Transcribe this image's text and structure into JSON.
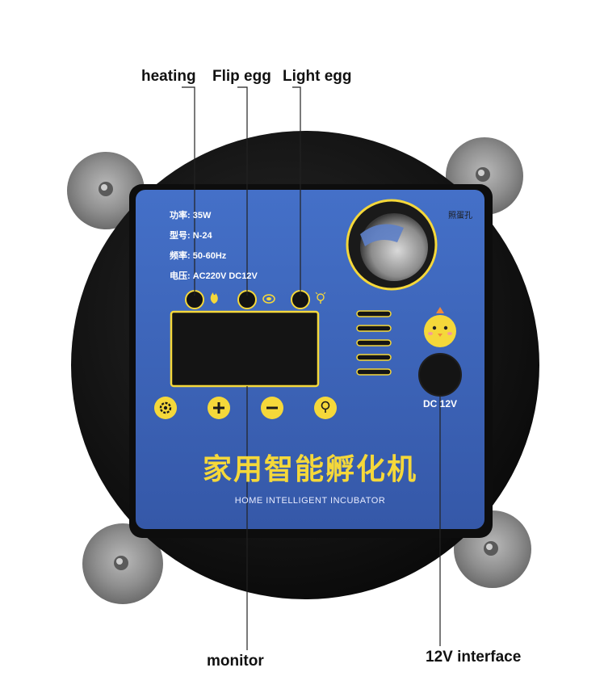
{
  "callouts": {
    "heating": "heating",
    "flip_egg": "Flip egg",
    "light_egg": "Light egg",
    "monitor": "monitor",
    "interface_12v": "12V interface"
  },
  "panel": {
    "specs": [
      "功率: 35W",
      "型号: N-24",
      "频率: 50-60Hz",
      "电压: AC220V   DC12V"
    ],
    "peephole_label": "照蛋孔",
    "dc_label": "DC 12V",
    "title_cn": "家用智能孵化机",
    "title_en": "HOME INTELLIGENT INCUBATOR",
    "buttons": [
      "gear-icon",
      "plus-icon",
      "minus-icon",
      "bulb-icon"
    ],
    "indicators": [
      "flame-icon",
      "egg-icon",
      "bulb-icon"
    ]
  },
  "colors": {
    "panel_blue": "#3a62b8",
    "accent_yellow": "#f5d83a",
    "body_dark": "#151515",
    "suction_grey": "#8a8a8a"
  }
}
